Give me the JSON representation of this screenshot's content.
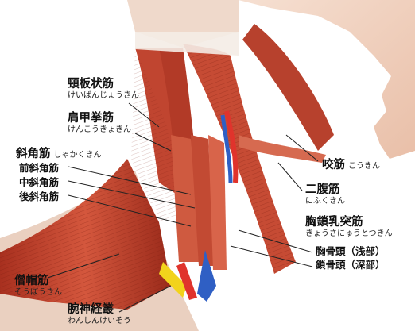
{
  "labels": {
    "splenius": {
      "main": "頸板状筋",
      "sub": "けいばんじょうきん"
    },
    "levator": {
      "main": "肩甲挙筋",
      "sub": "けんこうきょきん"
    },
    "scalene": {
      "main": "斜角筋",
      "sub": "しゃかくきん"
    },
    "scalene_anterior": "前斜角筋",
    "scalene_middle": "中斜角筋",
    "scalene_posterior": "後斜角筋",
    "masseter": {
      "main": "咬筋",
      "sub": "こうきん"
    },
    "digastric": {
      "main": "二腹筋",
      "sub": "にふくきん"
    },
    "scm": {
      "main": "胸鎖乳突筋",
      "sub": "きょうさにゅうとつきん"
    },
    "scm_sternal": "胸骨頭（浅部）",
    "scm_clavicular": "鎖骨頭（深部）",
    "trapezius": {
      "main": "僧帽筋",
      "sub": "そうぼうきん"
    },
    "brachial": {
      "main": "腕神経叢",
      "sub": "わんしんけいそう"
    }
  },
  "colors": {
    "muscle": "#c8432f",
    "muscle_dark": "#8e2417",
    "muscle_light": "#e07a5e",
    "skin": "#f1d2c0",
    "tendon": "#f4ece6",
    "artery": "#e0332c",
    "vein": "#2f5fc4",
    "nerve": "#f2d31c",
    "leader": "#222222"
  }
}
